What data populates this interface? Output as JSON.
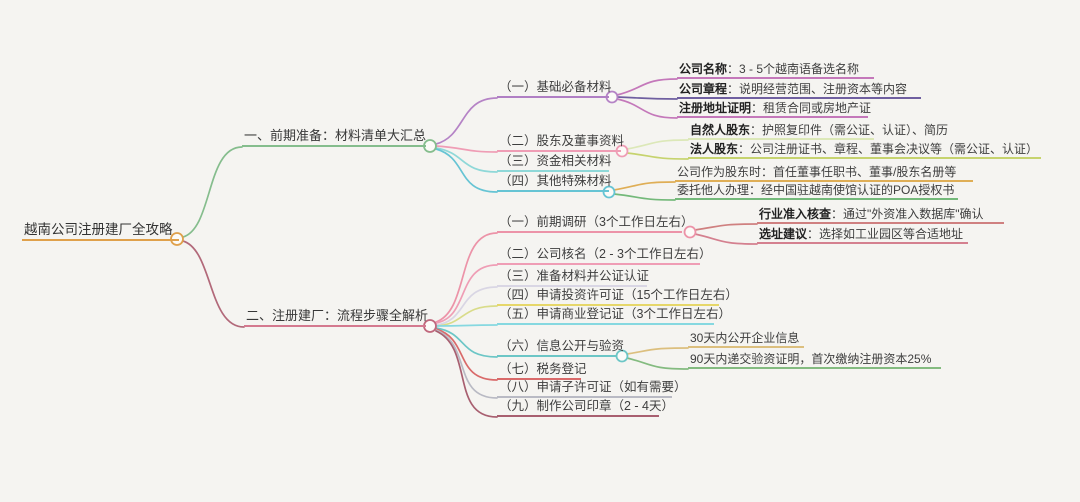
{
  "root": {
    "label": "越南公司注册建厂全攻略",
    "color": "#dfa04b"
  },
  "branches": [
    {
      "label": "一、前期准备：材料清单大汇总",
      "color": "#85bd8d",
      "children": [
        {
          "label": "（一）基础必备材料",
          "color": "#b07fc4",
          "leaves": [
            {
              "bold": "公司名称",
              "text": "：3 - 5个越南语备选名称",
              "color": "#c478ba"
            },
            {
              "bold": "公司章程",
              "text": "：说明经营范围、注册资本等内容",
              "color": "#6f5fa0"
            },
            {
              "bold": "注册地址证明",
              "text": "：租赁合同或房地产证",
              "color": "#c478ba"
            }
          ]
        },
        {
          "label": "（二）股东及董事资料",
          "color": "#ef9db5",
          "leaves": [
            {
              "bold": "自然人股东",
              "text": "：护照复印件（需公证、认证）、简历",
              "color": "#dce8b8"
            },
            {
              "bold": "法人股东",
              "text": "：公司注册证书、章程、董事会决议等（需公证、认证）",
              "color": "#c6d36e"
            }
          ]
        },
        {
          "label": "（三）资金相关材料",
          "color": "#8fd8d8",
          "leaves": []
        },
        {
          "label": "（四）其他特殊材料",
          "color": "#66c4d4",
          "leaves": [
            {
              "bold": "",
              "text": "公司作为股东时：首任董事任职书、董事/股东名册等",
              "color": "#dfae56"
            },
            {
              "bold": "",
              "text": "委托他人办理：经中国驻越南使馆认证的POA授权书",
              "color": "#74b97a"
            }
          ]
        }
      ]
    },
    {
      "label": "二、注册建厂：流程步骤全解析",
      "color": "#d4798f",
      "children": [
        {
          "label": "（一）前期调研（3个工作日左右）",
          "color": "#ec93a8",
          "leaves": [
            {
              "bold": "行业准入核查",
              "text": "：通过\"外资准入数据库\"确认",
              "color": "#cf8080"
            },
            {
              "bold": "选址建议",
              "text": "：选择如工业园区等合适地址",
              "color": "#d4808f"
            }
          ]
        },
        {
          "label": "（二）公司核名（2 - 3个工作日左右）",
          "color": "#ef9db5",
          "leaves": []
        },
        {
          "label": "（三）准备材料并公证认证",
          "color": "#d9d6e4",
          "leaves": []
        },
        {
          "label": "（四）申请投资许可证（15个工作日左右）",
          "color": "#e6d76a",
          "leaves": []
        },
        {
          "label": "（五）申请商业登记证（3个工作日左右）",
          "color": "#86d8e0",
          "leaves": []
        },
        {
          "label": "（六）信息公开与验资",
          "color": "#6cc6c6",
          "leaves": [
            {
              "bold": "",
              "text": "30天内公开企业信息",
              "color": "#dcbf7e"
            },
            {
              "bold": "",
              "text": "90天内递交验资证明，首次缴纳注册资本25%",
              "color": "#84bb80"
            }
          ]
        },
        {
          "label": "（七）税务登记",
          "color": "#d96a6a",
          "leaves": []
        },
        {
          "label": "（八）申请子许可证（如有需要）",
          "color": "#b9bac4",
          "leaves": []
        },
        {
          "label": "（九）制作公司印章（2 - 4天）",
          "color": "#a85f70",
          "leaves": []
        }
      ]
    }
  ]
}
